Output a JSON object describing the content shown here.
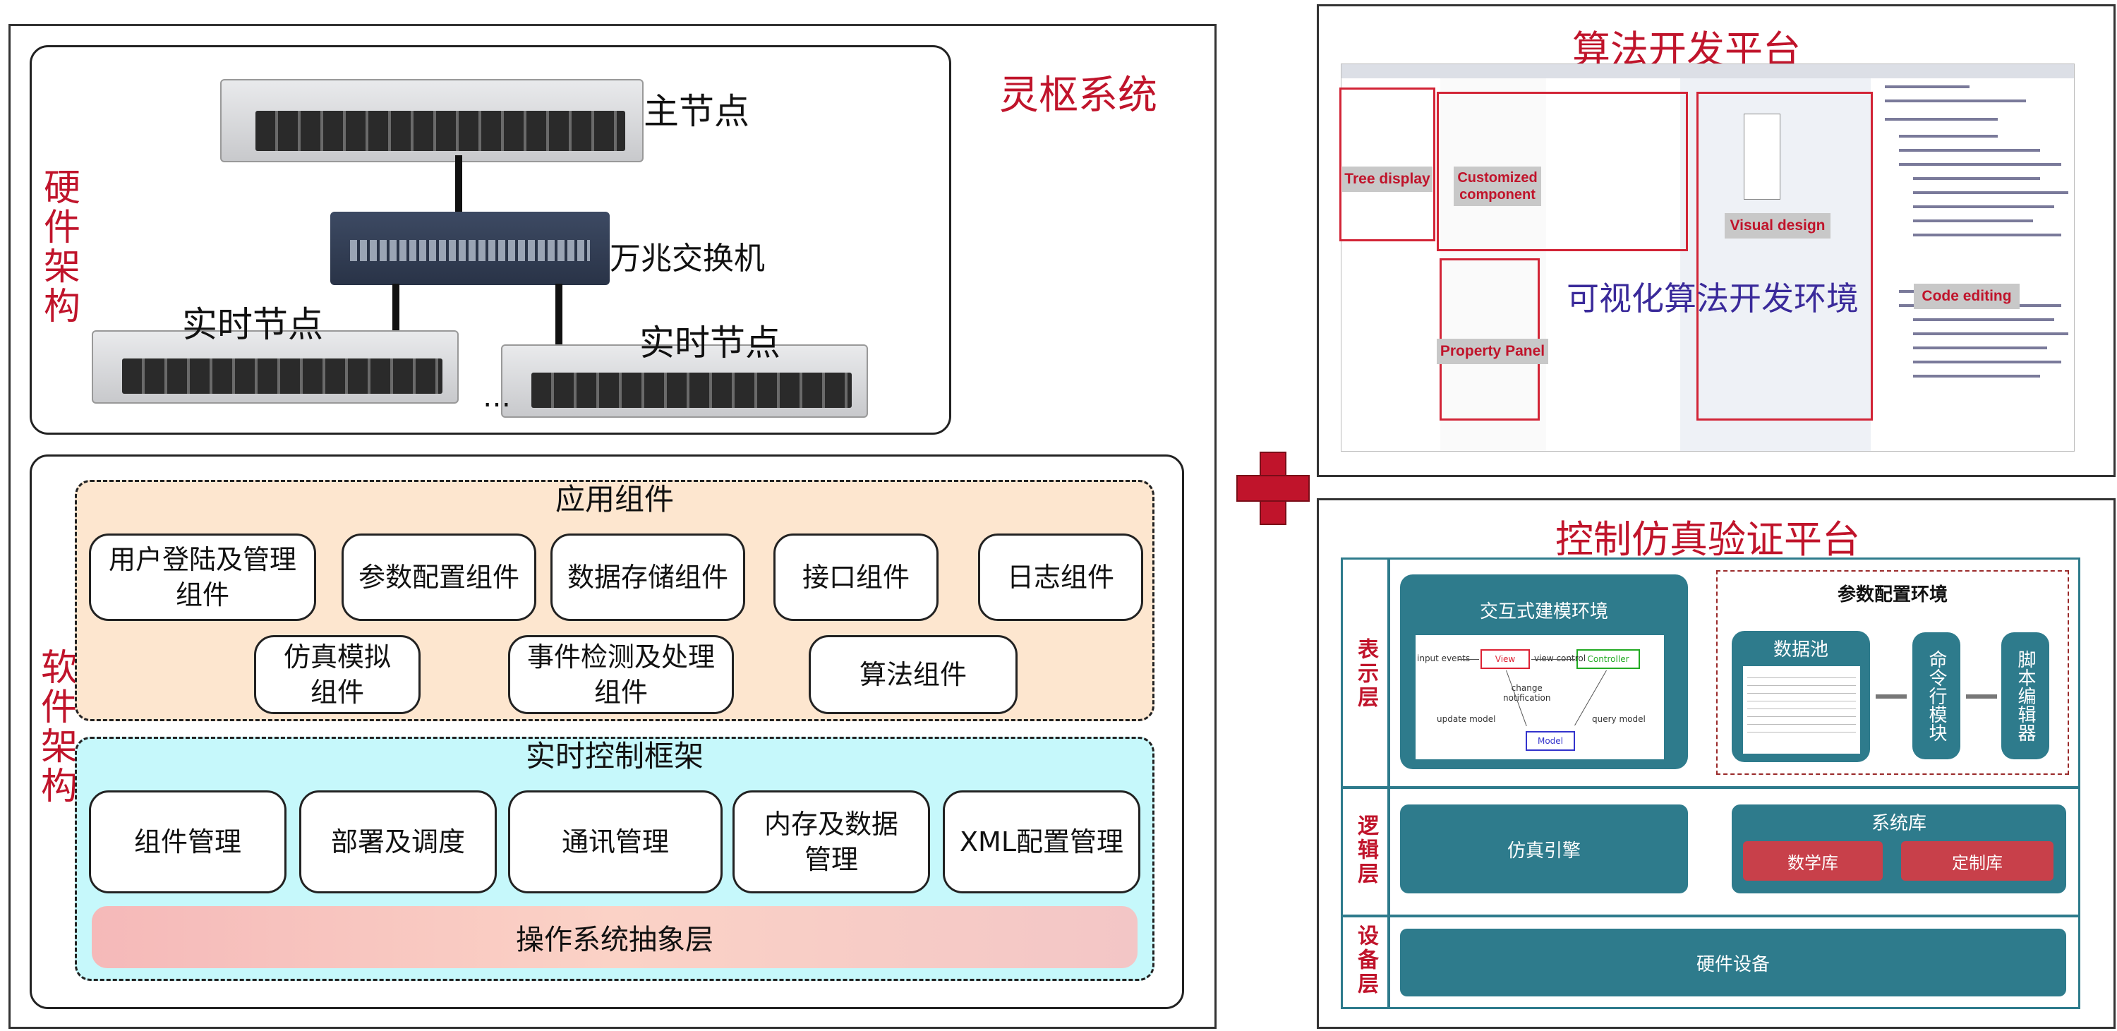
{
  "left": {
    "system_title": "灵枢系统",
    "hardware_label": "硬件架构",
    "software_label": "软件架构",
    "main_node": "主节点",
    "switch": "万兆交换机",
    "rt_node_1": "实时节点",
    "rt_node_2": "实时节点",
    "ellipsis": "…",
    "app_section": "应用组件",
    "app_components": [
      "用户登陆及管理\n组件",
      "参数配置组件",
      "数据存储组件",
      "接口组件",
      "日志组件",
      "仿真模拟\n组件",
      "事件检测及处理\n组件",
      "算法组件"
    ],
    "rt_section": "实时控制框架",
    "rt_components": [
      "组件管理",
      "部署及调度",
      "通讯管理",
      "内存及数据\n管理",
      "XML配置管理"
    ],
    "os_layer": "操作系统抽象层"
  },
  "algo": {
    "title": "算法开发平台",
    "tree": "Tree display",
    "custom": "Customized\ncomponent",
    "visual": "Visual design",
    "code": "Code editing",
    "property": "Property Panel",
    "env": "可视化算法开发环境"
  },
  "ctrl": {
    "title": "控制仿真验证平台",
    "layer_presentation": "表示层",
    "layer_logic": "逻辑层",
    "layer_device": "设备层",
    "interactive_env": "交互式建模环境",
    "param_env": "参数配置环境",
    "data_pool": "数据池",
    "cmd_module": "命令行模块",
    "script_editor": "脚本编辑器",
    "mvc": {
      "view": "View",
      "controller": "Controller",
      "model": "Model",
      "input": "input events",
      "view_control": "view control",
      "change": "change\nnotification",
      "update": "update model",
      "query": "query model"
    },
    "sim_engine": "仿真引擎",
    "sys_lib": "系统库",
    "math_lib": "数学库",
    "custom_lib": "定制库",
    "hardware": "硬件设备"
  },
  "colors": {
    "accent_red": "#c0142b",
    "teal": "#2e7b8c",
    "orange_bg": "#fde6cf",
    "cyan_bg": "#c6f8fb"
  }
}
